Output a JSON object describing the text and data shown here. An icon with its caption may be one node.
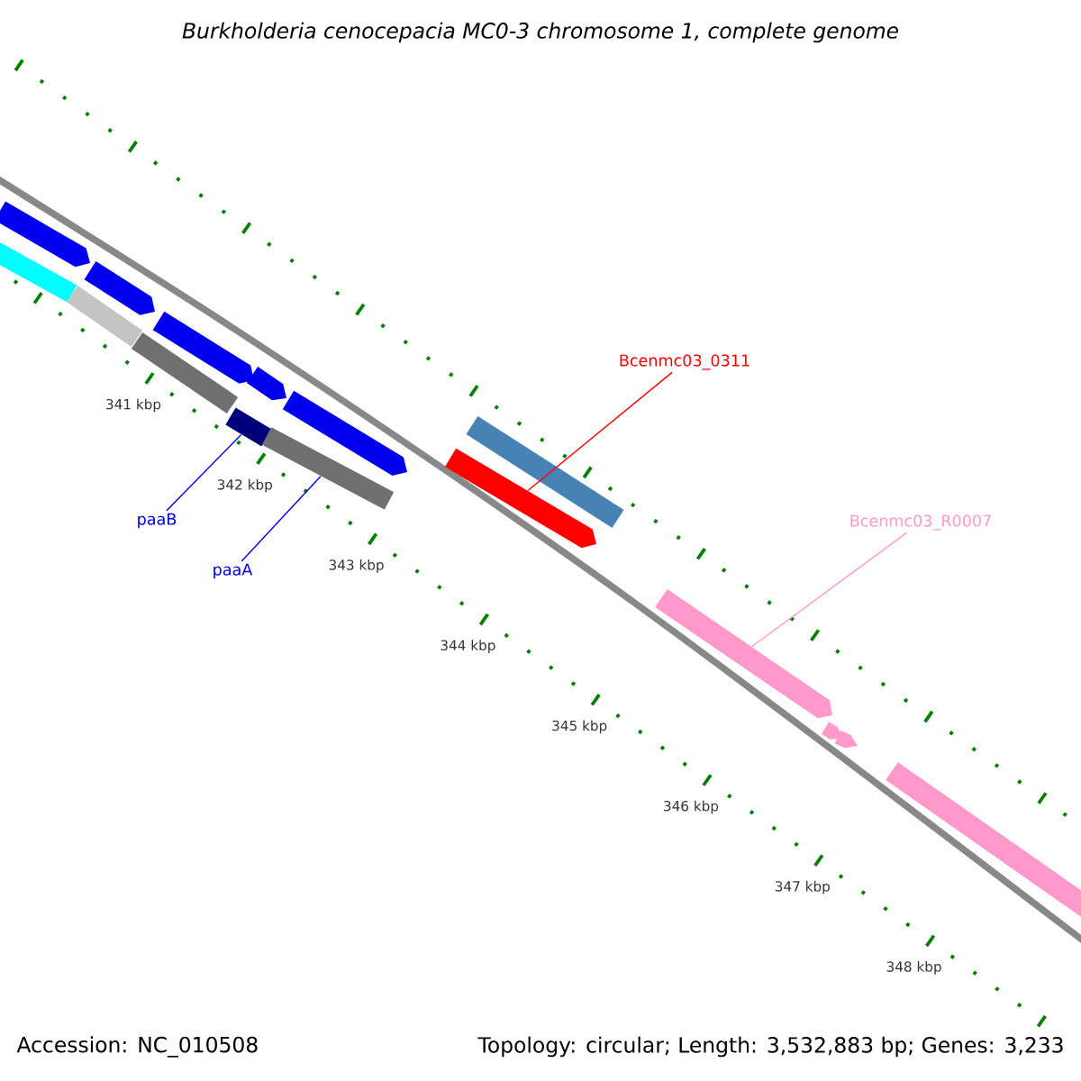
{
  "diagram": {
    "title": "Burkholderia cenocepacia MC0-3 chromosome 1, complete genome",
    "nodes": [
      {
        "text": [
          "paaB"
        ]
      },
      {
        "text": [
          "paaA"
        ]
      },
      {
        "text": [
          "Bcenmc03_0311"
        ]
      },
      {
        "text": [
          "Bcenmc03_R0007"
        ]
      },
      {
        "text": [],
        "shape": "bar"
      },
      {
        "text": [],
        "shape": "bar"
      },
      {
        "text": [],
        "shape": "bar"
      },
      {
        "text": [],
        "shape": "bar"
      },
      {
        "text": [],
        "shape": "bar"
      },
      {
        "text": [],
        "shape": "bar"
      }
    ],
    "edges": [
      {
        "from": 0,
        "to": 4,
        "arrow": "none"
      },
      {
        "from": 1,
        "to": 5,
        "arrow": "none"
      },
      {
        "from": 2,
        "to": 6,
        "arrow": "none",
        "color": "#ff0000"
      },
      {
        "from": 3,
        "to": 7,
        "arrow": "none",
        "color": "#ff99cc"
      }
    ],
    "labels": [
      "341 kbp",
      "342 kbp",
      "343 kbp",
      "344 kbp",
      "345 kbp",
      "346 kbp",
      "347 kbp",
      "348 kbp",
      "Accession: NC_010508",
      "Topology: circular; Length: 3,532,883 bp; Genes: 3,233"
    ]
  }
}
